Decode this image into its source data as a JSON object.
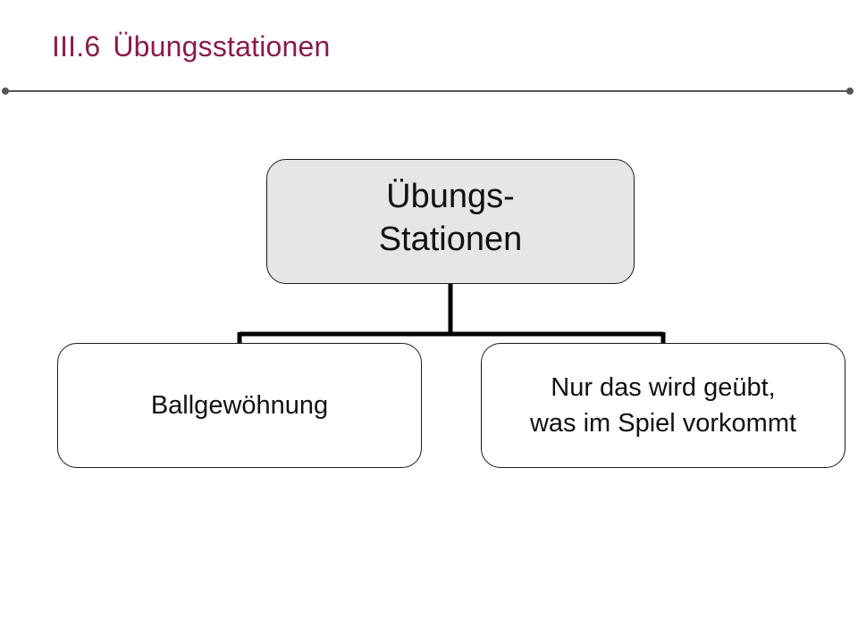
{
  "slide": {
    "title_number": "III.6",
    "title_text": "Übungsstationen"
  },
  "diagram": {
    "root": {
      "line1": "Übungs-",
      "line2": "Stationen"
    },
    "children": [
      {
        "line1": "Ballgewöhnung"
      },
      {
        "line1": "Nur das wird geübt,",
        "line2": "was im Spiel vorkommt"
      }
    ]
  },
  "colors": {
    "title": "#8b1a4a",
    "root_fill": "#e6e6e6",
    "child_fill": "#ffffff",
    "connector": "#000000"
  }
}
